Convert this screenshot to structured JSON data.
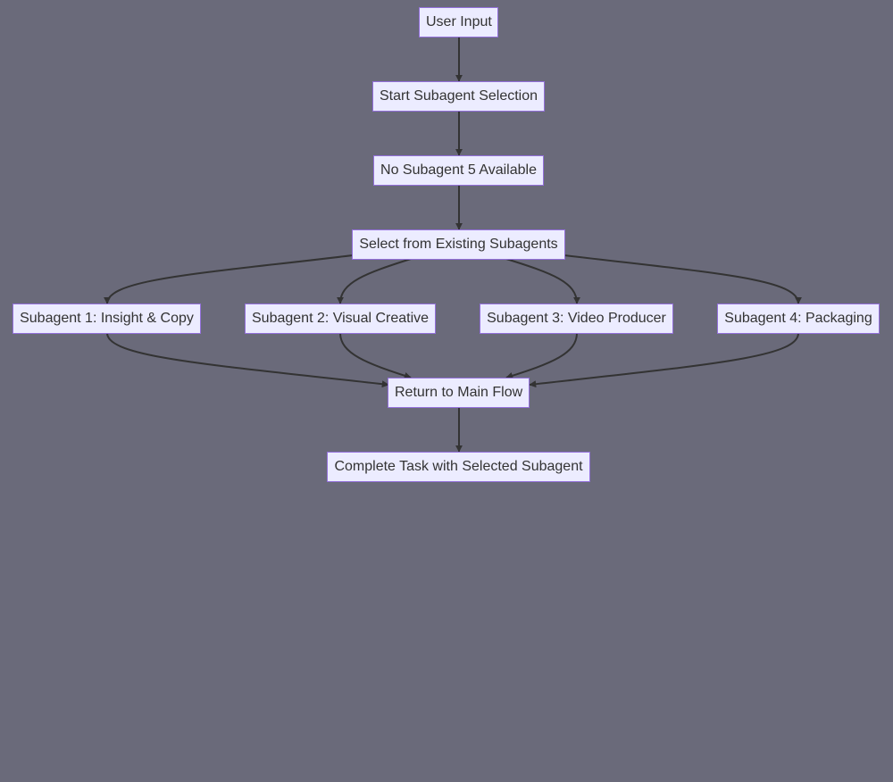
{
  "diagram": {
    "nodes": [
      {
        "id": "user-input",
        "label": "User Input"
      },
      {
        "id": "start-selection",
        "label": "Start Subagent Selection"
      },
      {
        "id": "no-subagent-5",
        "label": "No Subagent 5 Available"
      },
      {
        "id": "select-existing",
        "label": "Select from Existing Subagents"
      },
      {
        "id": "subagent-1",
        "label": "Subagent 1: Insight & Copy"
      },
      {
        "id": "subagent-2",
        "label": "Subagent 2: Visual Creative"
      },
      {
        "id": "subagent-3",
        "label": "Subagent 3: Video Producer"
      },
      {
        "id": "subagent-4",
        "label": "Subagent 4: Packaging"
      },
      {
        "id": "return-main",
        "label": "Return to Main Flow"
      },
      {
        "id": "complete-task",
        "label": "Complete Task with Selected Subagent"
      }
    ],
    "edges": [
      {
        "from": "user-input",
        "to": "start-selection"
      },
      {
        "from": "start-selection",
        "to": "no-subagent-5"
      },
      {
        "from": "no-subagent-5",
        "to": "select-existing"
      },
      {
        "from": "select-existing",
        "to": "subagent-1"
      },
      {
        "from": "select-existing",
        "to": "subagent-2"
      },
      {
        "from": "select-existing",
        "to": "subagent-3"
      },
      {
        "from": "select-existing",
        "to": "subagent-4"
      },
      {
        "from": "subagent-1",
        "to": "return-main"
      },
      {
        "from": "subagent-2",
        "to": "return-main"
      },
      {
        "from": "subagent-3",
        "to": "return-main"
      },
      {
        "from": "subagent-4",
        "to": "return-main"
      },
      {
        "from": "return-main",
        "to": "complete-task"
      }
    ]
  },
  "colors": {
    "background": "#6a6a7a",
    "node_fill": "#ececff",
    "node_border": "#9370db",
    "text": "#333333",
    "edge": "#333333"
  }
}
